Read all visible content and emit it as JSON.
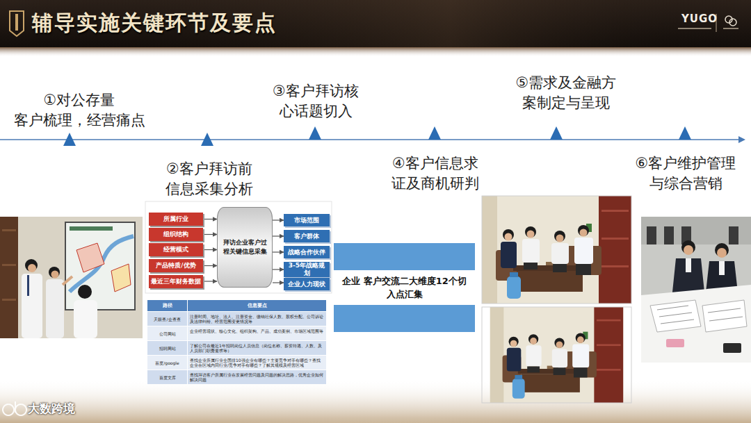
{
  "diagram": {
    "title": "辅导实施关键环节及要点",
    "nodes": [
      {
        "text": [
          "所属行业"
        ]
      },
      {
        "text": [
          "组织结构"
        ]
      },
      {
        "text": [
          "经营模式"
        ]
      },
      {
        "text": [
          "产品特质/优势"
        ]
      },
      {
        "text": [
          "最近三年财务数据"
        ]
      },
      {
        "text": [
          "拜访企业客户过程关键信息采集"
        ]
      },
      {
        "text": [
          "市场范围"
        ]
      },
      {
        "text": [
          "客户群体"
        ]
      },
      {
        "text": [
          "战略合作伙伴"
        ]
      },
      {
        "text": [
          "3-5年战略规划"
        ]
      },
      {
        "text": [
          "企业人力现状"
        ]
      },
      {
        "text": [
          "企业 客户交流二大维度12个切入点汇集"
        ]
      }
    ],
    "edges": [
      {
        "from": 0,
        "to": 5,
        "arrow": "to"
      },
      {
        "from": 1,
        "to": 5,
        "arrow": "to"
      },
      {
        "from": 2,
        "to": 5,
        "arrow": "to"
      },
      {
        "from": 3,
        "to": 5,
        "arrow": "to"
      },
      {
        "from": 4,
        "to": 5,
        "arrow": "to"
      },
      {
        "from": 5,
        "to": 6,
        "arrow": "to"
      },
      {
        "from": 5,
        "to": 7,
        "arrow": "to"
      },
      {
        "from": 5,
        "to": 8,
        "arrow": "to"
      },
      {
        "from": 5,
        "to": 9,
        "arrow": "to"
      },
      {
        "from": 5,
        "to": 10,
        "arrow": "to"
      }
    ],
    "labels": [
      "①对公存量 客户梳理，经营痛点",
      "②客户拜访前 信息采集分析",
      "③客户拜访核 心话题切入",
      "④客户信息求 证及商机研判",
      "⑤需求及金融方 案制定与呈现",
      "⑥客户维护管理 与综合营销",
      "路径",
      "信息要点",
      "天眼查/企查查",
      "注册时间、地址、法人、注册资金、缴纳社保人数、股权分配、公司诉讼及法律纠纷、经营范围变更情况等",
      "公司网站",
      "企业经营现状、核心文化、组织架构、产品、成功案例、市场区域范围等",
      "招聘网站",
      "了解公司在最近1年招聘岗位人员信息（岗位名称、薪资待遇、人数、及人员部门职责要求等）",
      "百度/google",
      "查找企业所属行业全国排10强企业有哪些？主要竞争对手有哪些？查找企业在区域内同行业/竞争对手有哪些？了解其规模及经营区域",
      "百度文库",
      "查找拜访客户所属行业在发展经营问题及问题的解决思路，优秀企业如何解决问题",
      "YUGO",
      "大数跨境"
    ]
  }
}
